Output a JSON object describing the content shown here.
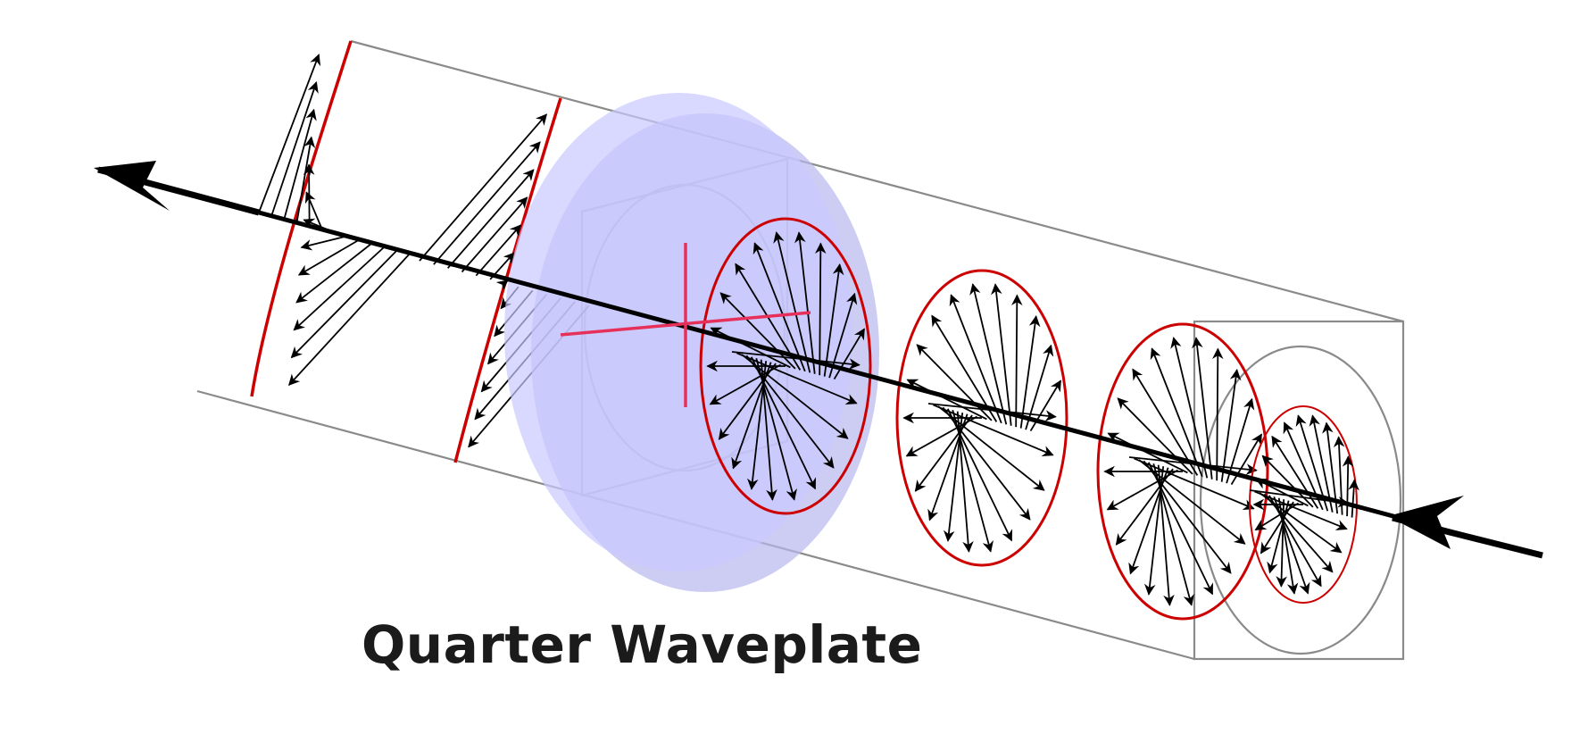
{
  "caption": "Quarter Waveplate",
  "colors": {
    "trace": "#cc0000",
    "vector": "#000000",
    "box": "#888888",
    "waveplate": "#aaaaff",
    "waveplate_edge": "#8888cc",
    "waveplate_axes": "#e6305a"
  },
  "elements": {
    "beam": "propagation-axis",
    "incoming_arrow": "arrow-right-to-left",
    "outgoing_arrow": "arrow-left-head",
    "waveplate": "disc",
    "linear_section": "linear-polarization",
    "circular_section": "circular-polarization"
  }
}
